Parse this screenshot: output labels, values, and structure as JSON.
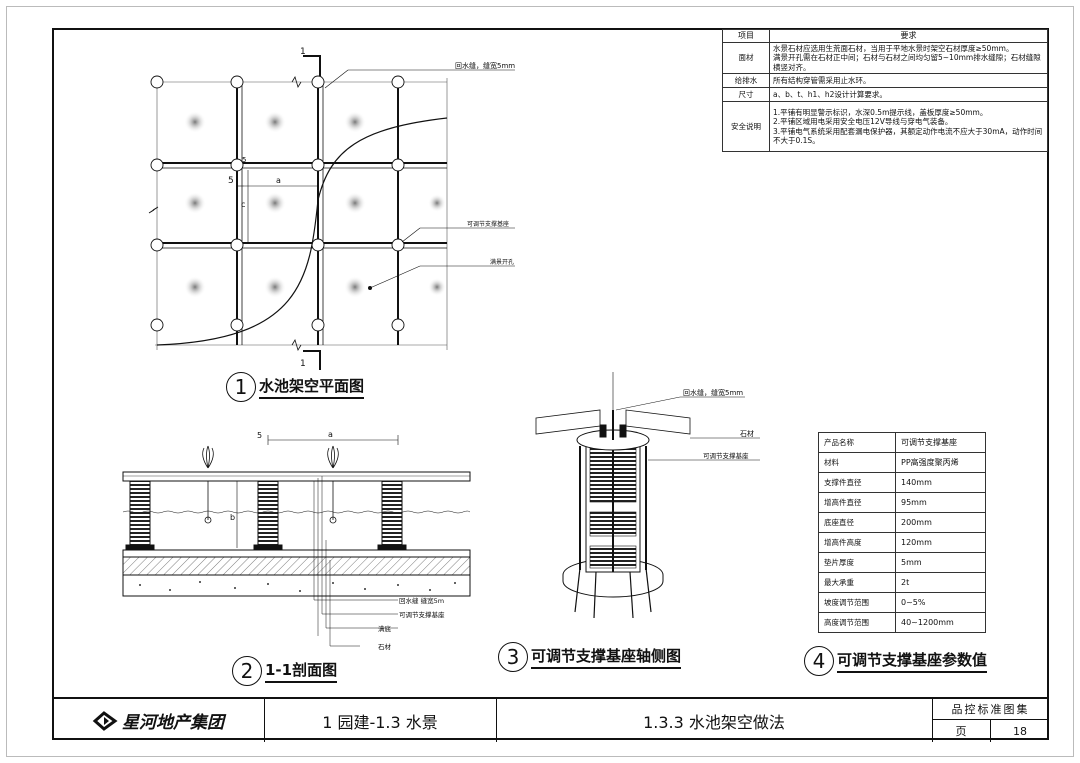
{
  "requirements": {
    "col_item": "项目",
    "col_req": "要求",
    "rows": [
      {
        "item": "面材",
        "text": "水景石材应选用生荒面石材，当用于平地水景时架空石材厚度≥50mm。\n满景开孔需在石材正中间；石材与石材之间均匀留5~10mm排水缝隙；石材缝隙横竖对齐。"
      },
      {
        "item": "给排水",
        "text": "所有结构穿管需采用止水环。"
      },
      {
        "item": "尺寸",
        "text": "a、b、t、h1、h2设计计算要求。"
      },
      {
        "item": "安全说明",
        "text": "1.平铺有明显警示标识，水深0.5m提示线，盖板厚度≥50mm。\n2.平铺区域用电采用安全电压12V导线与穿电气装备。\n3.平铺电气系统采用配套漏电保护器，其额定动作电流不应大于30mA，动作时间不大于0.1S。"
      }
    ]
  },
  "plan": {
    "label_drain": "回水缝，缝宽5mm",
    "label_pedestal": "可调节支撑基座",
    "label_hole": "满景开孔",
    "label_a": "a",
    "label_c": "c",
    "label_5": "5",
    "label_5b": "5",
    "section_mark": "1",
    "section_mark_b": "1"
  },
  "section": {
    "label_5": "5",
    "label_a": "a",
    "label_b": "b",
    "notes": [
      "回水缝 缝宽5m",
      "可调节支撑基座",
      "满底",
      "石材"
    ]
  },
  "iso": {
    "label_drain": "回水缝，缝宽5mm",
    "label_stone": "石材",
    "label_pedestal": "可调节支撑基座"
  },
  "params": {
    "rows": [
      {
        "k": "产品名称",
        "v": "可调节支撑基座"
      },
      {
        "k": "材料",
        "v": "PP高强度聚丙烯"
      },
      {
        "k": "支撑件直径",
        "v": "140mm"
      },
      {
        "k": "增高件直径",
        "v": "95mm"
      },
      {
        "k": "底座直径",
        "v": "200mm"
      },
      {
        "k": "增高件高度",
        "v": "120mm"
      },
      {
        "k": "垫片厚度",
        "v": "5mm"
      },
      {
        "k": "最大承重",
        "v": "2t"
      },
      {
        "k": "坡度调节范围",
        "v": "0~5%"
      },
      {
        "k": "高度调节范围",
        "v": "40~1200mm"
      }
    ]
  },
  "captions": {
    "c1_num": "1",
    "c1": "水池架空平面图",
    "c2_num": "2",
    "c2": "1-1剖面图",
    "c3_num": "3",
    "c3": "可调节支撑基座轴侧图",
    "c4_num": "4",
    "c4": "可调节支撑基座参数值"
  },
  "title_block": {
    "logo": "星河地产集团",
    "chapter": "1 园建-1.3 水景",
    "section": "1.3.3 水池架空做法",
    "set_name": "品控标准图集",
    "page_label": "页",
    "page_no": "18"
  }
}
